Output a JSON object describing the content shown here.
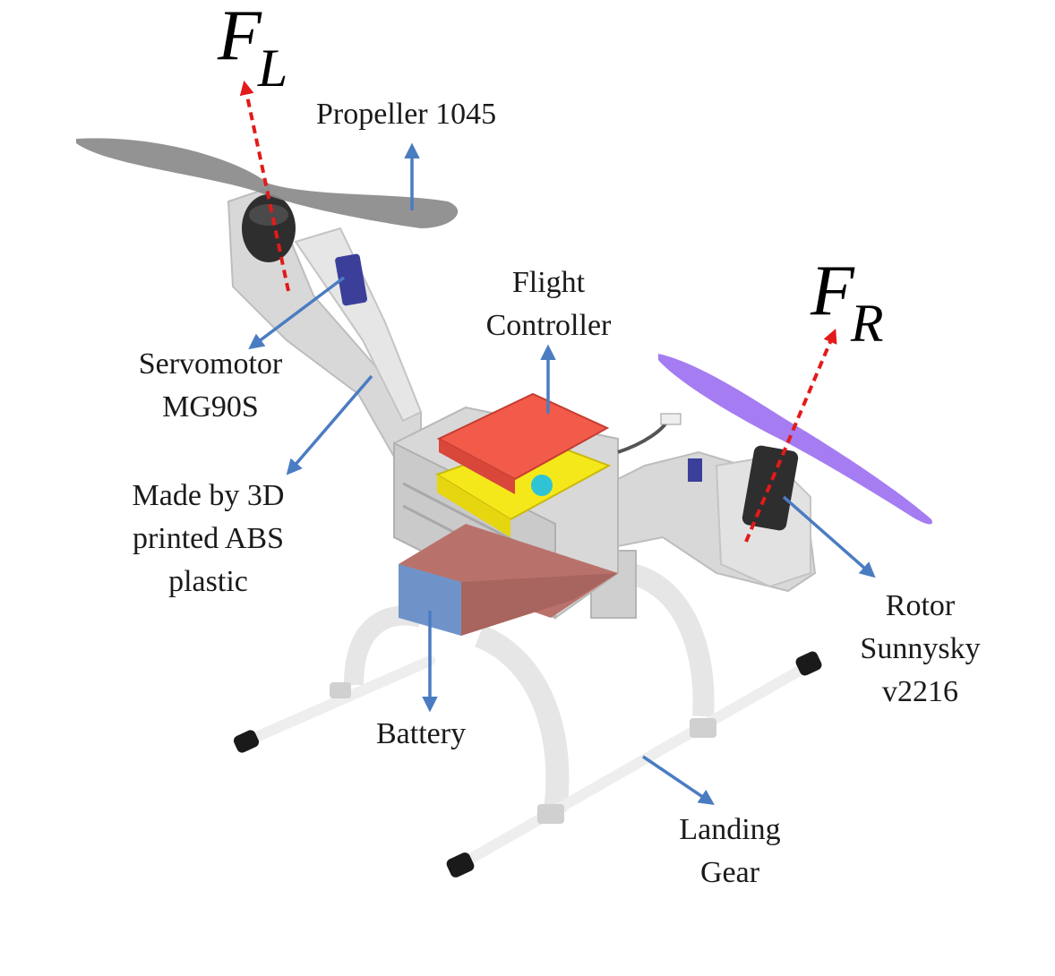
{
  "forces": {
    "left": {
      "symbol": "F",
      "subscript": "L"
    },
    "right": {
      "symbol": "F",
      "subscript": "R"
    }
  },
  "labels": {
    "propeller": "Propeller 1045",
    "flight_controller_1": "Flight",
    "flight_controller_2": "Controller",
    "servomotor_1": "Servomotor",
    "servomotor_2": "MG90S",
    "abs_1": "Made by 3D",
    "abs_2": "printed ABS",
    "abs_3": "plastic",
    "rotor_1": "Rotor",
    "rotor_2": "Sunnysky",
    "rotor_3": "v2216",
    "battery": "Battery",
    "landing_1": "Landing",
    "landing_2": "Gear"
  },
  "colors": {
    "frame": "#dcdcdc",
    "frame_dark": "#b8b8b8",
    "left_propeller": "#8a8a8a",
    "right_propeller": "#9b6ef0",
    "flight_controller": "#f25a4a",
    "controller_base": "#f5e81a",
    "battery_body": "#a8645e",
    "battery_end": "#6f93c9",
    "callout_arrow": "#4a7cc2",
    "force_arrow": "#e31a1a",
    "motor": "#2e2e2e",
    "foot": "#1a1a1a"
  }
}
